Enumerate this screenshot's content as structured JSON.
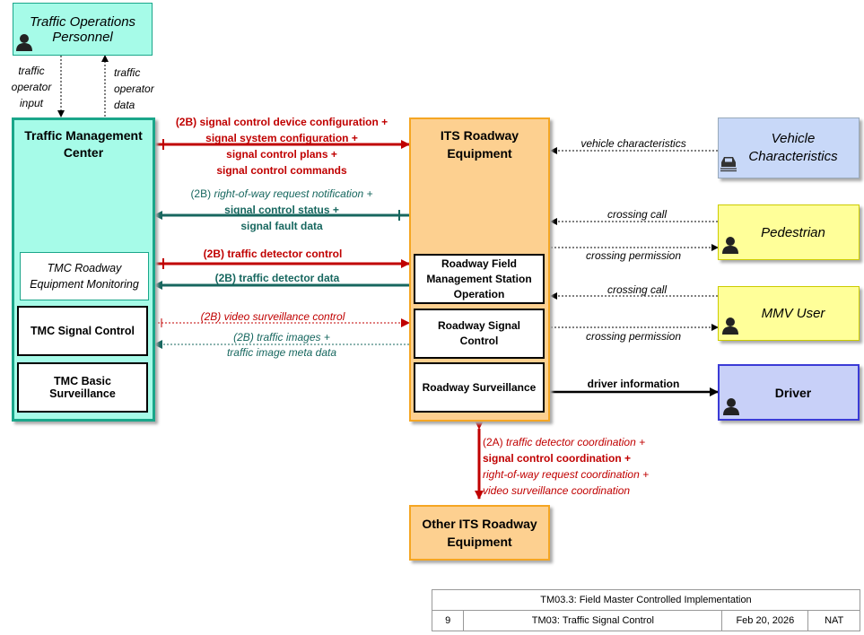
{
  "entities": {
    "top": "Traffic Operations Personnel",
    "tmc": "Traffic Management Center",
    "tmc_monitoring": "TMC Roadway Equipment Monitoring",
    "tmc_signal": "TMC Signal Control",
    "tmc_surv": "TMC Basic Surveillance",
    "its": "ITS Roadway Equipment",
    "field_mgmt": "Roadway Field Management Station Operation",
    "signal_ctrl": "Roadway Signal Control",
    "surveillance": "Roadway Surveillance",
    "vehicle": "Vehicle Characteristics",
    "pedestrian": "Pedestrian",
    "mmv": "MMV User",
    "driver": "Driver",
    "other_its": "Other ITS Roadway Equipment"
  },
  "flows": {
    "op_input": "traffic operator input",
    "op_data": "traffic operator data",
    "f1_a": "(2B) signal control device configuration +",
    "f1_b": "signal system configuration +",
    "f1_c": "signal control plans +",
    "f1_d": "signal control commands",
    "f2_prefix": "(2B) ",
    "f2_a": "right-of-way request notification +",
    "f2_b": "signal control status +",
    "f2_c": "signal fault data",
    "f3": "(2B) traffic detector control",
    "f4": "(2B) traffic detector data",
    "f5": "(2B) video surveillance control",
    "f6_a": "(2B) traffic images +",
    "f6_b": "traffic image meta data",
    "vehicle_char": "vehicle characteristics",
    "crossing_call_1": "crossing call",
    "crossing_perm_1": "crossing permission",
    "crossing_call_2": "crossing call",
    "crossing_perm_2": "crossing permission",
    "driver_info": "driver information",
    "c_prefix": "(2A) ",
    "c_a": "traffic detector coordination +",
    "c_b": "signal control coordination +",
    "c_c": "right-of-way request coordination +",
    "c_d": "video surveillance coordination"
  },
  "title_block": {
    "title": "TM03.3: Field Master Controlled Implementation",
    "page": "9",
    "service": "TM03: Traffic Signal Control",
    "date": "Feb 20, 2026",
    "scope": "NAT"
  },
  "colors": {
    "teal_box": "#a6fbe8",
    "teal_border": "#1aa68a",
    "orange_box": "#fdd090",
    "orange_border": "#f5a623",
    "yellow_box": "#ffff99",
    "blue_box": "#c8d8f8",
    "driver_box": "#c8d0f8",
    "driver_border": "#3b3bd6",
    "red": "#c00000",
    "teal_flow": "#17675f"
  }
}
